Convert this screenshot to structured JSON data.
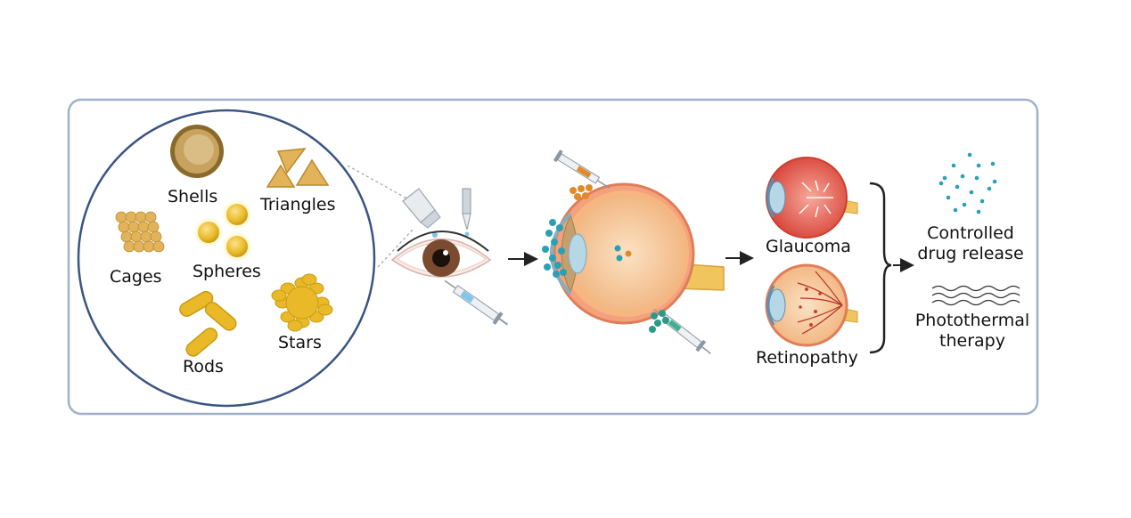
{
  "nanoparticles": {
    "shells": "Shells",
    "triangles": "Triangles",
    "cages": "Cages",
    "spheres": "Spheres",
    "rods": "Rods",
    "stars": "Stars"
  },
  "diseases": {
    "glaucoma": "Glaucoma",
    "retinopathy": "Retinopathy"
  },
  "applications": {
    "controlled_release_line1": "Controlled",
    "controlled_release_line2": "drug release",
    "photothermal_line1": "Photothermal",
    "photothermal_line2": "therapy"
  },
  "colors": {
    "frame": "#9fb0cc",
    "circle": "#3a5583",
    "gold": "#e9b929",
    "gold_dark": "#c99b12",
    "sclera": "#f2a07a",
    "vitreous": "#f4c89e",
    "cornea": "#a9c8d8",
    "teal": "#2aa0b4",
    "orange": "#e08a2a"
  }
}
